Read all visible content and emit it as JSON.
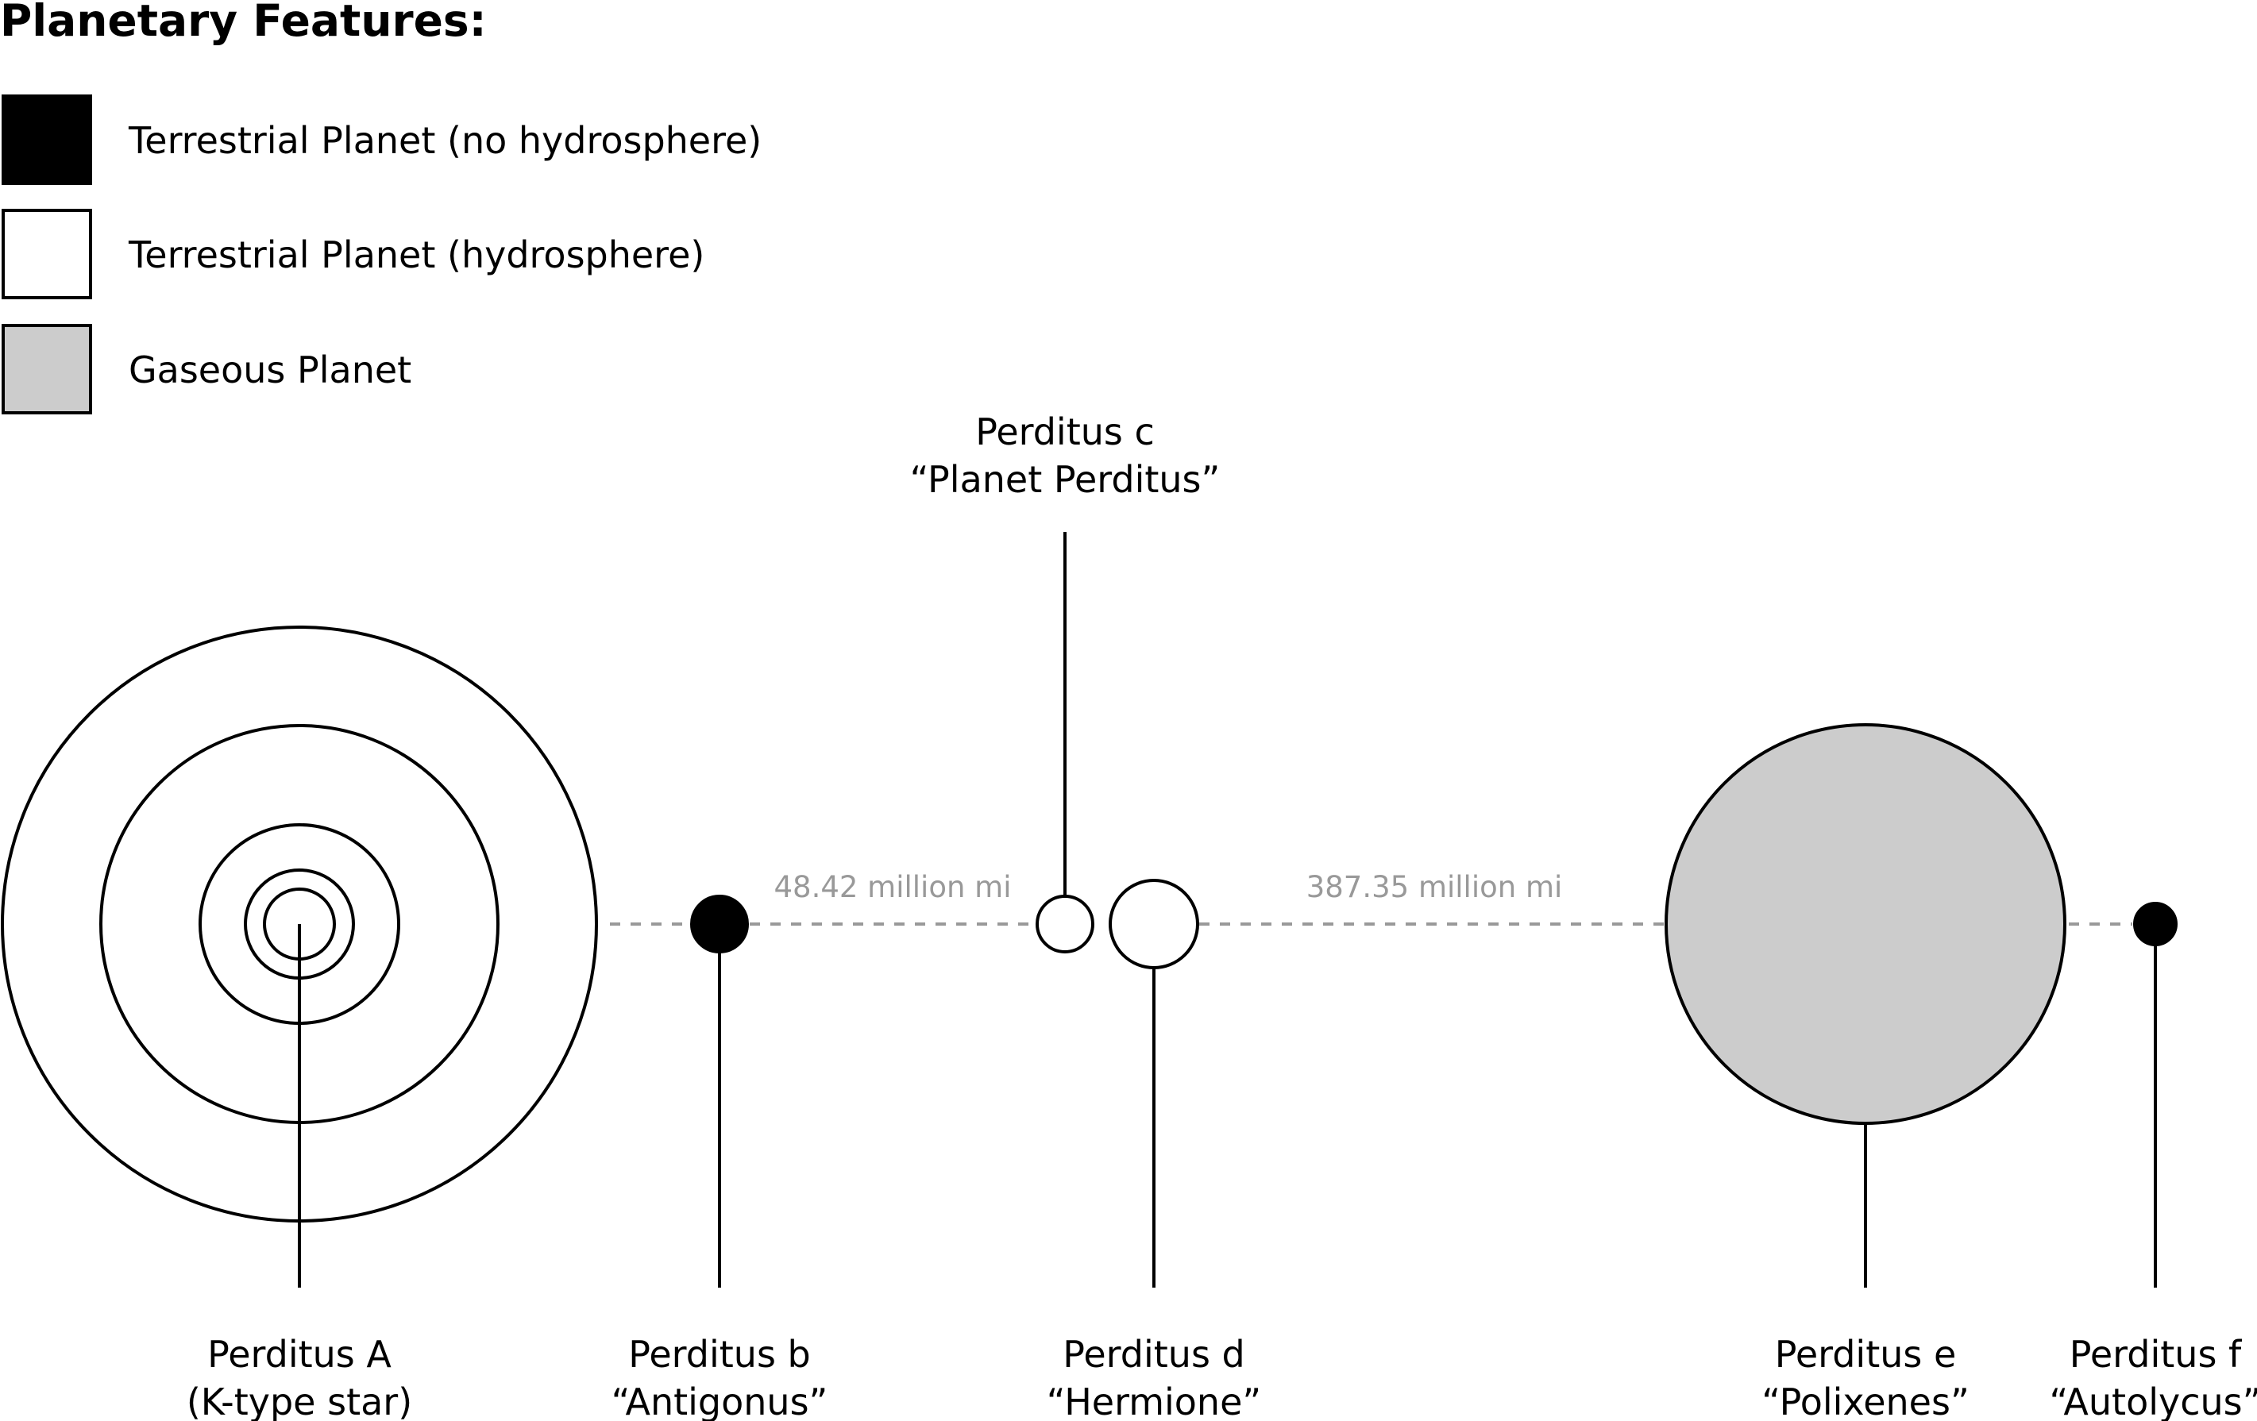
{
  "title": "Planetary Features:",
  "legend": [
    {
      "label": "Terrestrial Planet (no hydrosphere)",
      "fill": "#000000"
    },
    {
      "label": "Terrestrial Planet (hydrosphere)",
      "fill": "#ffffff"
    },
    {
      "label": "Gaseous Planet",
      "fill": "#cccccc"
    }
  ],
  "bodies": {
    "star": {
      "name": "Perditus A",
      "subtitle": "(K-type star)"
    },
    "b": {
      "name": "Perditus b",
      "subtitle": "“Antigonus”",
      "type": "Terrestrial Planet (no hydrosphere)"
    },
    "c": {
      "name": "Perditus c",
      "subtitle": "“Planet Perditus”",
      "type": "Terrestrial Planet (hydrosphere)"
    },
    "d": {
      "name": "Perditus d",
      "subtitle": "“Hermione”",
      "type": "Terrestrial Planet (hydrosphere)"
    },
    "e": {
      "name": "Perditus e",
      "subtitle": "“Polixenes”",
      "type": "Gaseous Planet"
    },
    "f": {
      "name": "Perditus f",
      "subtitle": "“Autolycus”",
      "type": "Terrestrial Planet (no hydrosphere)"
    }
  },
  "distances": {
    "b_to_c": "48.42 million mi",
    "d_to_e": "387.35 million mi"
  },
  "colors": {
    "stroke": "#000000",
    "dashed_line": "#999999",
    "distance_text": "#999999",
    "gaseous_fill": "#cccccc"
  }
}
